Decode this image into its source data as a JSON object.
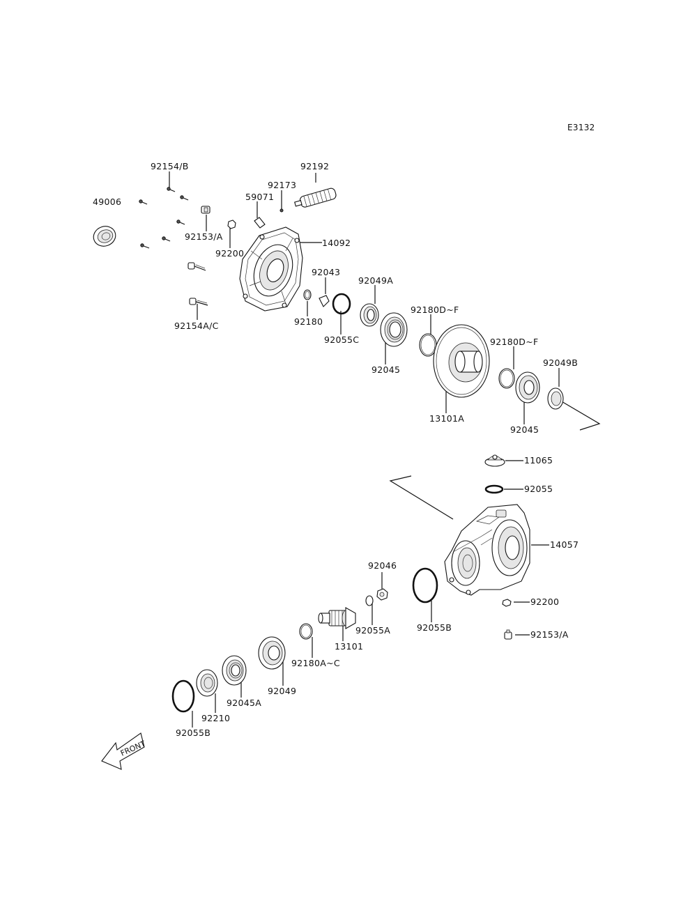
{
  "diagram_code": "E3132",
  "front_label": "FRONT",
  "labels": {
    "p92154_b": "92154/B",
    "p92192": "92192",
    "p92173": "92173",
    "p49006": "49006",
    "p59071": "59071",
    "p92153_a_top": "92153/A",
    "p92200_top": "92200",
    "p14092": "14092",
    "p92043": "92043",
    "p92049a": "92049A",
    "p92180": "92180",
    "p92055c": "92055C",
    "p92180d_f_1": "92180D~F",
    "p92045_1": "92045",
    "p92154a_c": "92154A/C",
    "p92180d_f_2": "92180D~F",
    "p92049b": "92049B",
    "p13101a": "13101A",
    "p92045_2": "92045",
    "p11065": "11065",
    "p92055": "92055",
    "p14057": "14057",
    "p92046": "92046",
    "p92200_bottom": "92200",
    "p92055a": "92055A",
    "p92055b_1": "92055B",
    "p92153_a_bottom": "92153/A",
    "p13101": "13101",
    "p92180a_c": "92180A~C",
    "p92049": "92049",
    "p92045a": "92045A",
    "p92210": "92210",
    "p92055b_2": "92055B"
  }
}
